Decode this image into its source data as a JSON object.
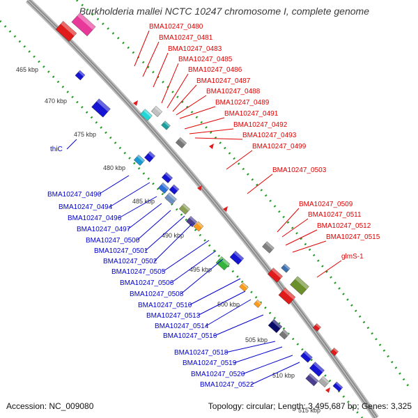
{
  "title": "Burkholderia mallei NCTC 10247 chromosome I, complete genome",
  "footer": {
    "accession": "Accession: NC_009080",
    "summary": "Topology: circular; Length: 3,495,687 bp; Genes: 3,325"
  },
  "scale_labels": [
    "465 kbp",
    "470 kbp",
    "475 kbp",
    "480 kbp",
    "485 kbp",
    "490 kbp",
    "495 kbp",
    "500 kbp",
    "505 kbp",
    "510 kbp",
    "515 kbp"
  ],
  "forward_genes": [
    "BMA10247_0480",
    "BMA10247_0481",
    "BMA10247_0483",
    "BMA10247_0485",
    "BMA10247_0486",
    "BMA10247_0487",
    "BMA10247_0488",
    "BMA10247_0489",
    "BMA10247_0491",
    "BMA10247_0492",
    "BMA10247_0493",
    "BMA10247_0499",
    "BMA10247_0503",
    "BMA10247_0509",
    "BMA10247_0511",
    "BMA10247_0512",
    "BMA10247_0515",
    "glmS-1"
  ],
  "reverse_genes": [
    "thiC",
    "BMA10247_0490",
    "BMA10247_0494",
    "BMA10247_0496",
    "BMA10247_0497",
    "BMA10247_0500",
    "BMA10247_0501",
    "BMA10247_0502",
    "BMA10247_0505",
    "BMA10247_0506",
    "BMA10247_0508",
    "BMA10247_0510",
    "BMA10247_0513",
    "BMA10247_0514",
    "BMA10247_0516",
    "BMA10247_0518",
    "BMA10247_0519",
    "BMA10247_0520",
    "BMA10247_0522"
  ],
  "colors": {
    "forward_label": "#e00000",
    "reverse_label": "#0000cc",
    "forward_gene": "#e61414",
    "reverse_gene": "#1414d2",
    "backbone": "#8c8c8c",
    "ticks": "#1f9a1f"
  }
}
